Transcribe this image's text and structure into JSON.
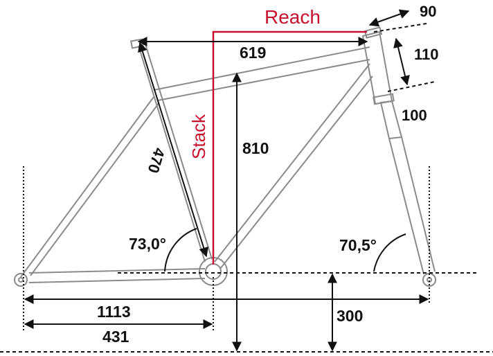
{
  "labels": {
    "reach": "Reach",
    "stack": "Stack",
    "head_tube_length": "110",
    "stem_angle_mark": "90",
    "fork_length": "100",
    "horizontal_reach_dim": "619",
    "stack_height": "810",
    "seat_tube": "470",
    "seat_angle": "73,0°",
    "head_angle": "70,5°",
    "wheelbase": "1113",
    "chainstay": "431",
    "bb_drop": "300"
  },
  "colors": {
    "accent_red": "#c8102e",
    "frame": "#8a8a8a",
    "dimension": "#111111"
  }
}
